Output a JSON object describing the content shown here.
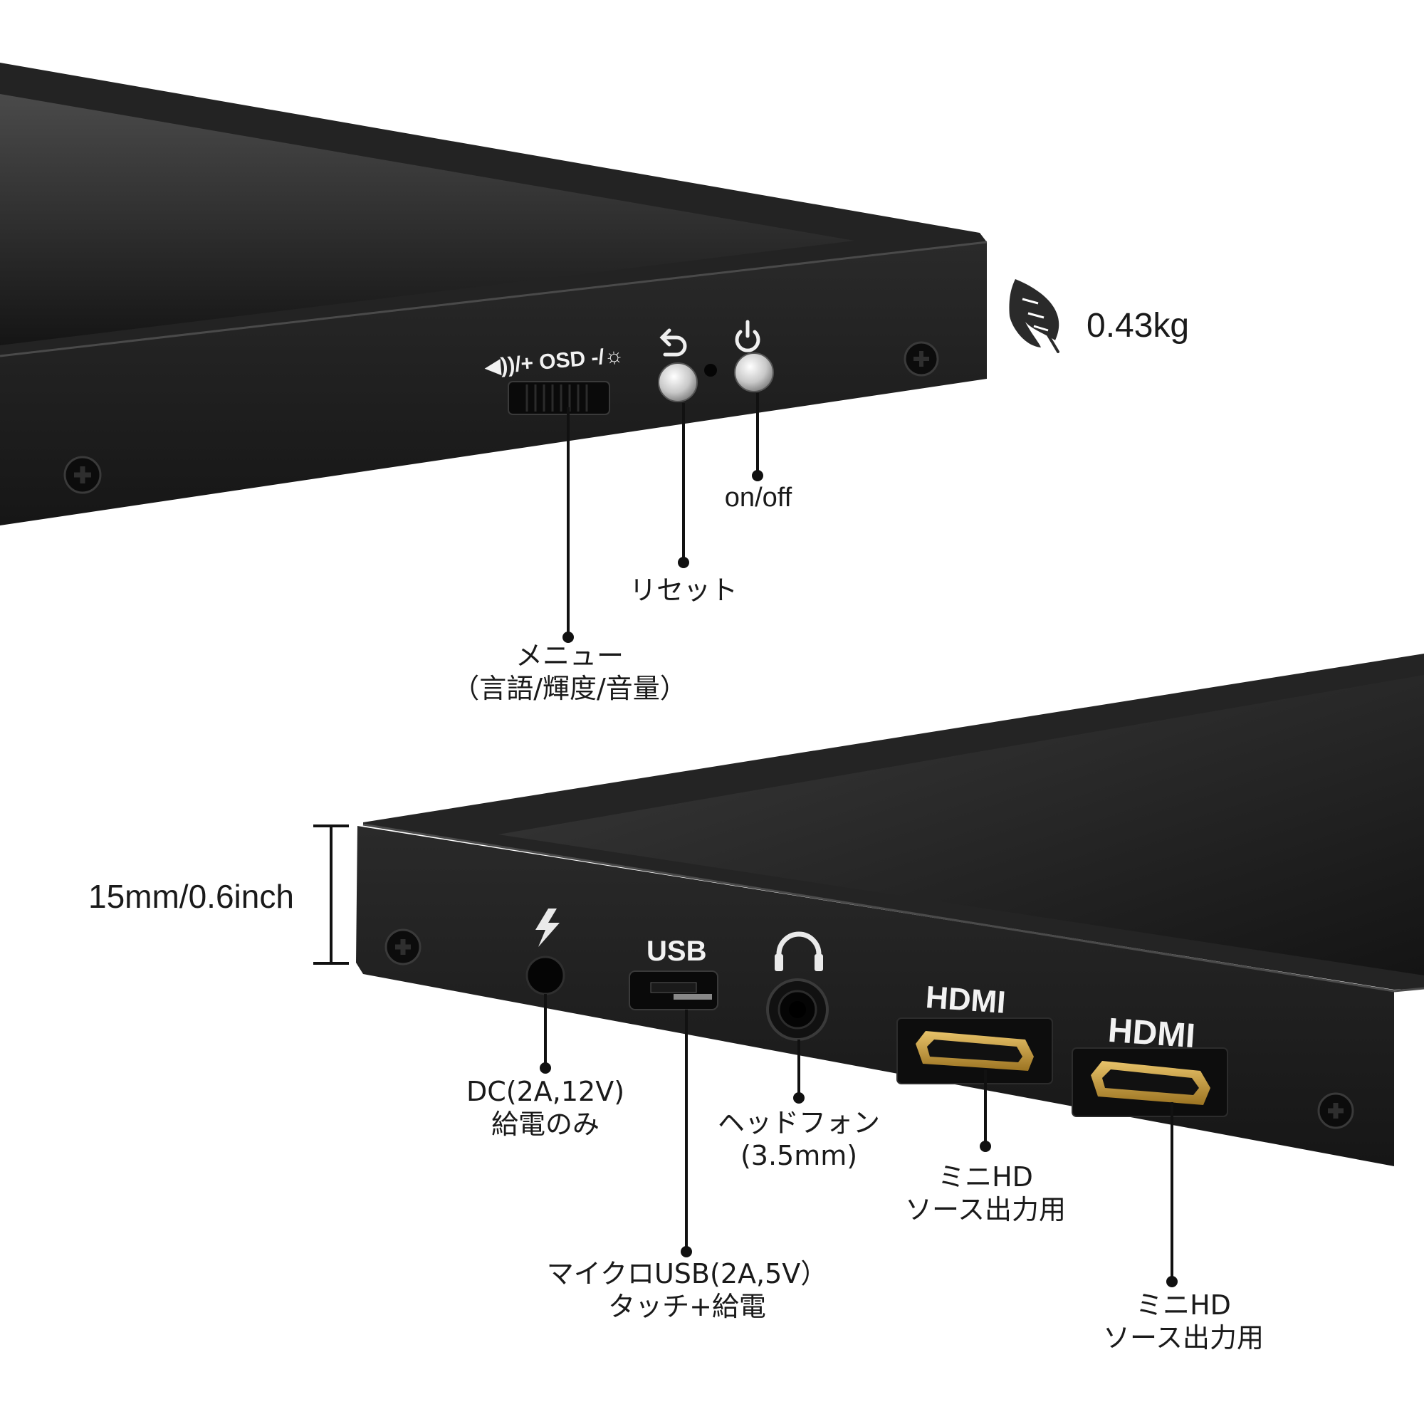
{
  "weight": "0.43kg",
  "thickness": "15mm/0.6inch",
  "top_panel": {
    "osd_print": "◀))/+ OSD -/☼",
    "callouts": {
      "power": "on/off",
      "reset": "リセット",
      "menu_line1": "メニュー",
      "menu_line2": "（言語/輝度/音量）"
    }
  },
  "bottom_panel": {
    "usb_print": "USB",
    "hdmi1_print": "HDMI",
    "hdmi2_print": "HDMI",
    "callouts": {
      "dc_line1": "DC(2A,12V)",
      "dc_line2": "給電のみ",
      "headphone_line1": "ヘッドフォン",
      "headphone_line2": "(3.5mm)",
      "hdmi1_line1": "ミニHD",
      "hdmi1_line2": "ソース出力用",
      "usb_line1": "マイクロUSB(2A,5V）",
      "usb_line2": "タッチ+給電",
      "hdmi2_line1": "ミニHD",
      "hdmi2_line2": "ソース出力用"
    }
  },
  "icons": [
    "feather-icon",
    "power-icon",
    "return-icon",
    "lightning-icon",
    "headphone-icon",
    "screw-icon"
  ],
  "colors": {
    "frame": "#1c1c1c",
    "frame_edge": "#3a3a3a",
    "screen": "#111111",
    "text": "#1a1a1a",
    "gold": "#c9a24a"
  }
}
